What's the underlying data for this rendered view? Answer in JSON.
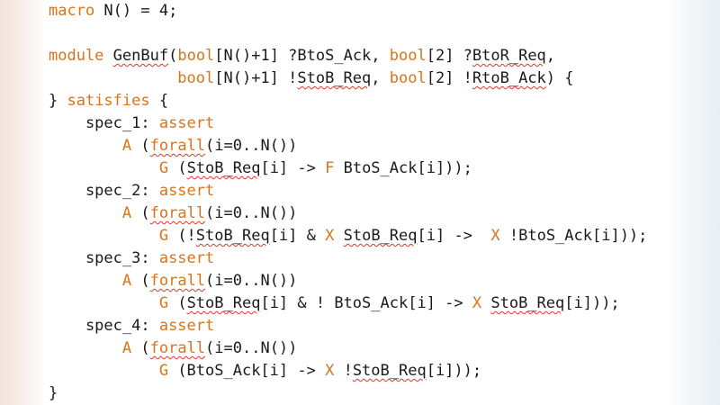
{
  "code_lines": [
    [
      {
        "t": "macro",
        "k": "kw"
      },
      {
        "t": " N() = 4;"
      }
    ],
    [],
    [
      {
        "t": "module",
        "k": "kw"
      },
      {
        "t": " "
      },
      {
        "t": "GenBuf",
        "k": "sq"
      },
      {
        "t": "("
      },
      {
        "t": "bool",
        "k": "kw"
      },
      {
        "t": "[N()+1] ?BtoS_Ack, "
      },
      {
        "t": "bool",
        "k": "kw"
      },
      {
        "t": "[2] ?"
      },
      {
        "t": "BtoR_Req",
        "k": "sq"
      },
      {
        "t": ","
      }
    ],
    [
      {
        "t": "              "
      },
      {
        "t": "bool",
        "k": "kw"
      },
      {
        "t": "[N()+1] !"
      },
      {
        "t": "StoB_Req",
        "k": "sq"
      },
      {
        "t": ", "
      },
      {
        "t": "bool",
        "k": "kw"
      },
      {
        "t": "[2] !"
      },
      {
        "t": "RtoB_Ack",
        "k": "sq"
      },
      {
        "t": ") {"
      }
    ],
    [
      {
        "t": "} "
      },
      {
        "t": "satisfies",
        "k": "kw"
      },
      {
        "t": " {"
      }
    ],
    [
      {
        "t": "    spec_1: "
      },
      {
        "t": "assert",
        "k": "kw"
      }
    ],
    [
      {
        "t": "        "
      },
      {
        "t": "A",
        "k": "kw"
      },
      {
        "t": " ("
      },
      {
        "t": "forall",
        "k": "kw sq"
      },
      {
        "t": "(i=0..N())"
      }
    ],
    [
      {
        "t": "            "
      },
      {
        "t": "G",
        "k": "kw"
      },
      {
        "t": " ("
      },
      {
        "t": "StoB_Req",
        "k": "sq"
      },
      {
        "t": "[i] -> "
      },
      {
        "t": "F",
        "k": "kw"
      },
      {
        "t": " BtoS_Ack[i]));"
      }
    ],
    [
      {
        "t": "    spec_2: "
      },
      {
        "t": "assert",
        "k": "kw"
      }
    ],
    [
      {
        "t": "        "
      },
      {
        "t": "A",
        "k": "kw"
      },
      {
        "t": " ("
      },
      {
        "t": "forall",
        "k": "kw sq"
      },
      {
        "t": "(i=0..N())"
      }
    ],
    [
      {
        "t": "            "
      },
      {
        "t": "G",
        "k": "kw"
      },
      {
        "t": " (!"
      },
      {
        "t": "StoB_Req",
        "k": "sq"
      },
      {
        "t": "[i] & "
      },
      {
        "t": "X",
        "k": "kw"
      },
      {
        "t": " "
      },
      {
        "t": "StoB_Req",
        "k": "sq"
      },
      {
        "t": "[i] ->  "
      },
      {
        "t": "X",
        "k": "kw"
      },
      {
        "t": " !BtoS_Ack[i]));"
      }
    ],
    [
      {
        "t": "    spec_3: "
      },
      {
        "t": "assert",
        "k": "kw"
      }
    ],
    [
      {
        "t": "        "
      },
      {
        "t": "A",
        "k": "kw"
      },
      {
        "t": " ("
      },
      {
        "t": "forall",
        "k": "kw sq"
      },
      {
        "t": "(i=0..N())"
      }
    ],
    [
      {
        "t": "            "
      },
      {
        "t": "G",
        "k": "kw"
      },
      {
        "t": " ("
      },
      {
        "t": "StoB_Req",
        "k": "sq"
      },
      {
        "t": "[i] & ! BtoS_Ack[i] -> "
      },
      {
        "t": "X",
        "k": "kw"
      },
      {
        "t": " "
      },
      {
        "t": "StoB_Req",
        "k": "sq"
      },
      {
        "t": "[i]));"
      }
    ],
    [
      {
        "t": "    spec_4: "
      },
      {
        "t": "assert",
        "k": "kw"
      }
    ],
    [
      {
        "t": "        "
      },
      {
        "t": "A",
        "k": "kw"
      },
      {
        "t": " ("
      },
      {
        "t": "forall",
        "k": "kw sq"
      },
      {
        "t": "(i=0..N())"
      }
    ],
    [
      {
        "t": "            "
      },
      {
        "t": "G",
        "k": "kw"
      },
      {
        "t": " (BtoS_Ack[i] -> "
      },
      {
        "t": "X",
        "k": "kw"
      },
      {
        "t": " !"
      },
      {
        "t": "StoB_Req",
        "k": "sq"
      },
      {
        "t": "[i]));"
      }
    ],
    [
      {
        "t": "}"
      }
    ]
  ],
  "colors": {
    "keyword": "#d9731c",
    "text": "#1a1a1a",
    "squiggle": "#e0362c",
    "background": "#ffffff"
  }
}
